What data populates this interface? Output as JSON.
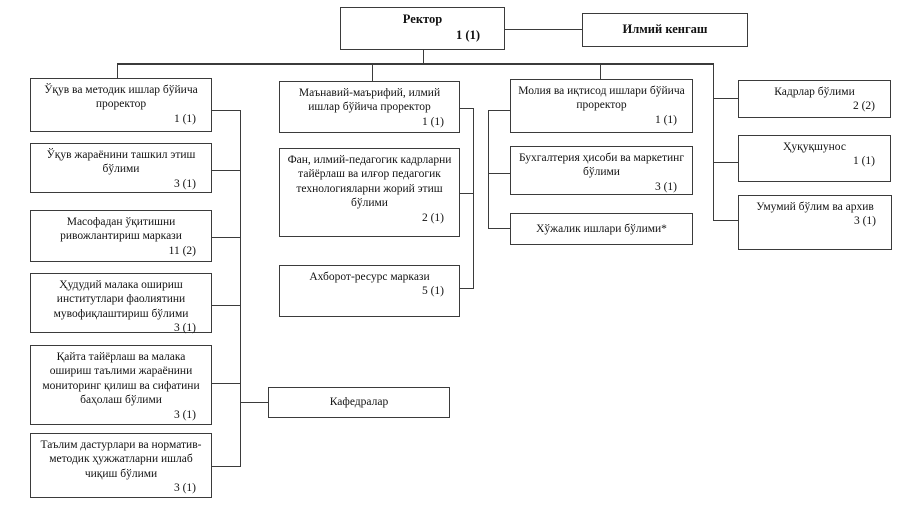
{
  "chart": {
    "type": "org-chart",
    "line_color": "#3b3b3b",
    "rector": {
      "title": "Ректор",
      "count": "1 (1)"
    },
    "ilmiy_kengash": {
      "title": "Илмий кенгаш"
    },
    "col1": [
      {
        "title": "Ўқув ва методик ишлар бўйича проректор",
        "count": "1 (1)"
      },
      {
        "title": "Ўқув жараёнини ташкил этиш бўлими",
        "count": "3 (1)"
      },
      {
        "title": "Масофадан ўқитишни ривожлантириш маркази",
        "count": "11 (2)"
      },
      {
        "title": "Ҳудудий малака ошириш институтлари фаолиятини мувофиқлаштириш бўлими",
        "count": "3 (1)"
      },
      {
        "title": "Қайта тайёрлаш ва малака ошириш таълими жараёнини мониторинг қилиш ва сифатини баҳолаш бўлими",
        "count": "3 (1)"
      },
      {
        "title": "Таълим дастурлари ва норматив-методик ҳужжатларни ишлаб чиқиш бўлими",
        "count": "3 (1)"
      }
    ],
    "col2": [
      {
        "title": "Маънавий-маърифий, илмий ишлар бўйича проректор",
        "count": "1 (1)"
      },
      {
        "title": "Фан, илмий-педагогик кадрларни тайёрлаш ва илғор педагогик технологияларни жорий этиш бўлими",
        "count": "2 (1)"
      },
      {
        "title": "Ахборот-ресурс маркази",
        "count": "5 (1)"
      }
    ],
    "kafedralar": {
      "title": "Кафедралар"
    },
    "col3": [
      {
        "title": "Молия ва иқтисод ишлари бўйича проректор",
        "count": "1 (1)"
      },
      {
        "title": "Бухгалтерия ҳисоби ва маркетинг бўлими",
        "count": "3 (1)"
      },
      {
        "title": "Хўжалик ишлари бўлими*"
      }
    ],
    "col4": [
      {
        "title": "Кадрлар бўлими",
        "count": "2 (2)"
      },
      {
        "title": "Ҳуқуқшунос",
        "count": "1 (1)"
      },
      {
        "title": "Умумий бўлим ва архив",
        "count": "3 (1)"
      }
    ]
  }
}
